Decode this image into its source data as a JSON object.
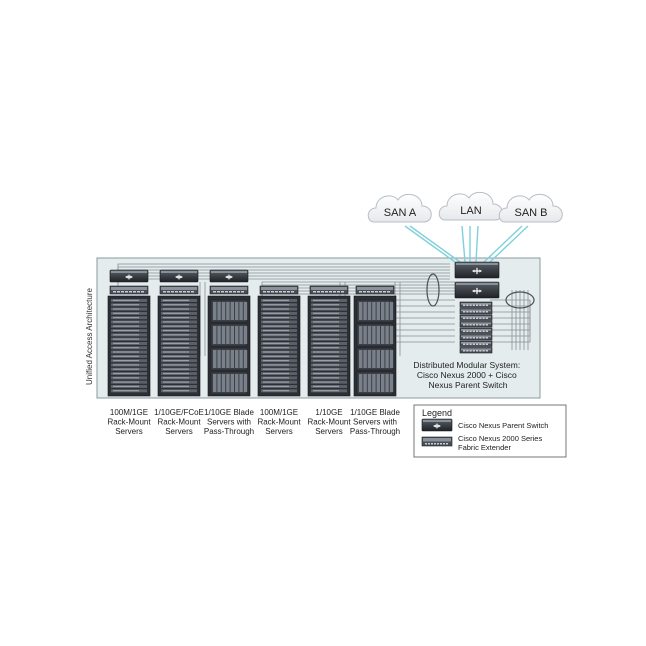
{
  "clouds": [
    {
      "id": "san-a",
      "label": "SAN A"
    },
    {
      "id": "lan",
      "label": "LAN"
    },
    {
      "id": "san-b",
      "label": "SAN B"
    }
  ],
  "architecture_label": "Unified Access Architecture",
  "racks": [
    {
      "id": "rack-1",
      "lines": [
        "100M/1GE",
        "Rack-Mount",
        "Servers"
      ],
      "server_type": "rack",
      "top": "parent"
    },
    {
      "id": "rack-2",
      "lines": [
        "1/10GE/FCoE",
        "Rack-Mount",
        "Servers"
      ],
      "server_type": "rack",
      "top": "parent"
    },
    {
      "id": "rack-3",
      "lines": [
        "1/10GE Blade",
        "Servers with",
        "Pass-Through"
      ],
      "server_type": "blade",
      "top": "parent"
    },
    {
      "id": "rack-4",
      "lines": [
        "100M/1GE",
        "Rack-Mount",
        "Servers"
      ],
      "server_type": "rack",
      "top": "fex"
    },
    {
      "id": "rack-5",
      "lines": [
        "1/10GE",
        "Rack-Mount",
        "Servers"
      ],
      "server_type": "rack",
      "top": "fex"
    },
    {
      "id": "rack-6",
      "lines": [
        "1/10GE Blade",
        "Servers with",
        "Pass-Through"
      ],
      "server_type": "blade",
      "top": "fex"
    }
  ],
  "system_label": {
    "lines": [
      "Distributed Modular System:",
      "Cisco Nexus 2000 + Cisco",
      "Nexus Parent Switch"
    ]
  },
  "legend": {
    "title": "Legend",
    "items": [
      {
        "id": "parent",
        "label": "Cisco Nexus Parent Switch"
      },
      {
        "id": "fex",
        "label": "Cisco Nexus 2000 Series Fabric Extender",
        "lines": [
          "Cisco Nexus 2000 Series",
          "Fabric Extender"
        ]
      }
    ]
  },
  "colors": {
    "panel_fill": "#e4ecee",
    "panel_stroke": "#8a9aa0",
    "cloud_line": "#7fd0dc",
    "cable": "#8a8f94",
    "device_dark": "#2a2d33",
    "device_light": "#6b7078"
  }
}
